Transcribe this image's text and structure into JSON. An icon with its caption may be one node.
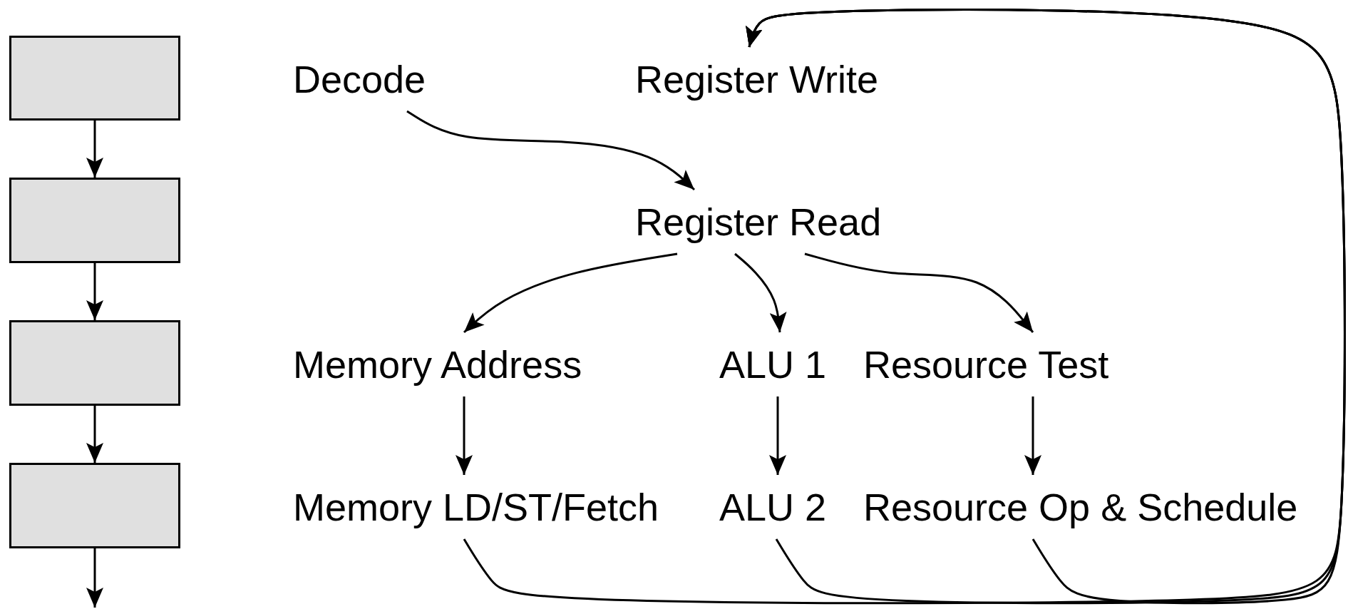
{
  "diagram": {
    "nodes": [
      {
        "text": [],
        "shape": "box"
      },
      {
        "text": [],
        "shape": "box"
      },
      {
        "text": [],
        "shape": "box"
      },
      {
        "text": [],
        "shape": "box"
      },
      {
        "text": [
          "Decode"
        ]
      },
      {
        "text": [
          "Register Write"
        ]
      },
      {
        "text": [
          "Register Read"
        ]
      },
      {
        "text": [
          "Memory Address"
        ]
      },
      {
        "text": [
          "ALU 1"
        ]
      },
      {
        "text": [
          "Resource Test"
        ]
      },
      {
        "text": [
          "Memory LD/ST/Fetch"
        ]
      },
      {
        "text": [
          "ALU 2"
        ]
      },
      {
        "text": [
          "Resource Op & Schedule"
        ]
      }
    ],
    "edges": [
      {
        "from": 0,
        "to": 1,
        "arrow": "to"
      },
      {
        "from": 1,
        "to": 2,
        "arrow": "to"
      },
      {
        "from": 2,
        "to": 3,
        "arrow": "to"
      },
      {
        "from": 3,
        "to": null,
        "arrow": "to"
      },
      {
        "from": 4,
        "to": 6,
        "arrow": "to"
      },
      {
        "from": 6,
        "to": 7,
        "arrow": "to"
      },
      {
        "from": 6,
        "to": 8,
        "arrow": "to"
      },
      {
        "from": 6,
        "to": 9,
        "arrow": "to"
      },
      {
        "from": 7,
        "to": 10,
        "arrow": "to"
      },
      {
        "from": 8,
        "to": 11,
        "arrow": "to"
      },
      {
        "from": 9,
        "to": 12,
        "arrow": "to"
      },
      {
        "from": 10,
        "to": 5,
        "arrow": "to"
      },
      {
        "from": 11,
        "to": 5,
        "arrow": "to"
      },
      {
        "from": 12,
        "to": 5,
        "arrow": "to"
      }
    ]
  }
}
